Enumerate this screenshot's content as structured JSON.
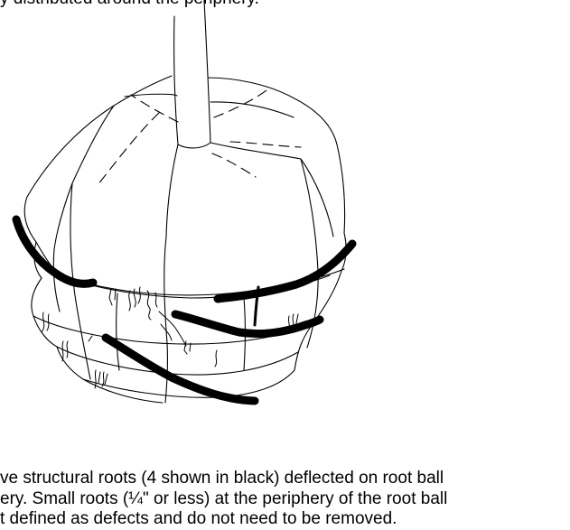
{
  "diagram": {
    "top_caption": "y  distributed around the periphery.",
    "caption_lines": [
      "ve structural roots (4 shown in black) deflected on root ball",
      "ery. Small roots (¼\" or less) at the periphery of the root ball",
      "t defined as defects and do not need to be removed."
    ],
    "colors": {
      "outline": "#000000",
      "root": "#000000",
      "background": "#ffffff"
    }
  }
}
